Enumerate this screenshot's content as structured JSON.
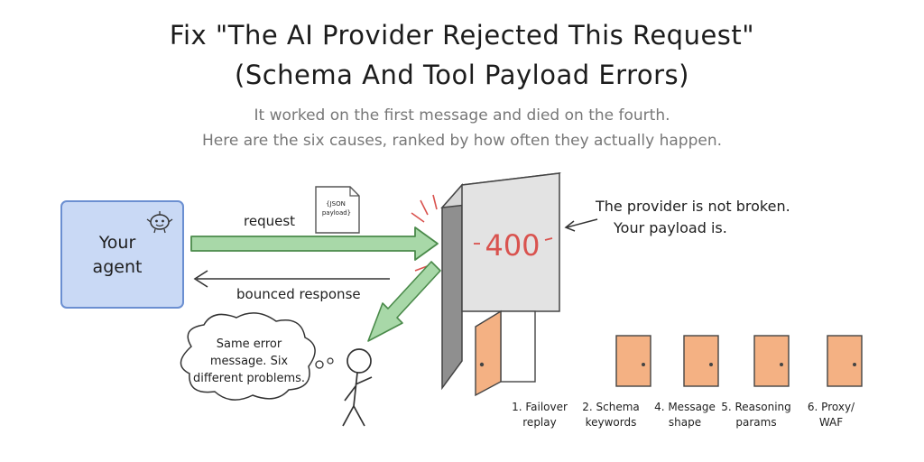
{
  "title_line1": "Fix \"The AI Provider Rejected This Request\"",
  "title_line2": "(Schema And Tool Payload Errors)",
  "subtitle_line1": "It worked on the first message and died on the fourth.",
  "subtitle_line2": "Here are the six causes, ranked by how often they actually happen.",
  "agent": {
    "line1": "Your",
    "line2": "agent",
    "fill": "#c9d9f5",
    "stroke": "#6b8fd1"
  },
  "payload_doc": {
    "line1": "{JSON",
    "line2": "payload}"
  },
  "arrows": {
    "request_label": "request",
    "bounced_label": "bounced response",
    "request_color": "#a8d8a8"
  },
  "wall": {
    "code": "400",
    "code_color": "#d9534f"
  },
  "wall_note": {
    "line1": "The provider is not broken.",
    "line2": "Your payload is."
  },
  "thought": {
    "line1": "Same error",
    "line2": "message. Six",
    "line3": "different problems."
  },
  "door_color": "#f4b183",
  "causes": [
    {
      "line1": "1. Failover",
      "line2": "replay"
    },
    {
      "line1": "2. Schema",
      "line2": "keywords"
    },
    {
      "line1": "4. Message",
      "line2": "shape"
    },
    {
      "line1": "5. Reasoning",
      "line2": "params"
    },
    {
      "line1": "6. Proxy/",
      "line2": "WAF"
    }
  ]
}
